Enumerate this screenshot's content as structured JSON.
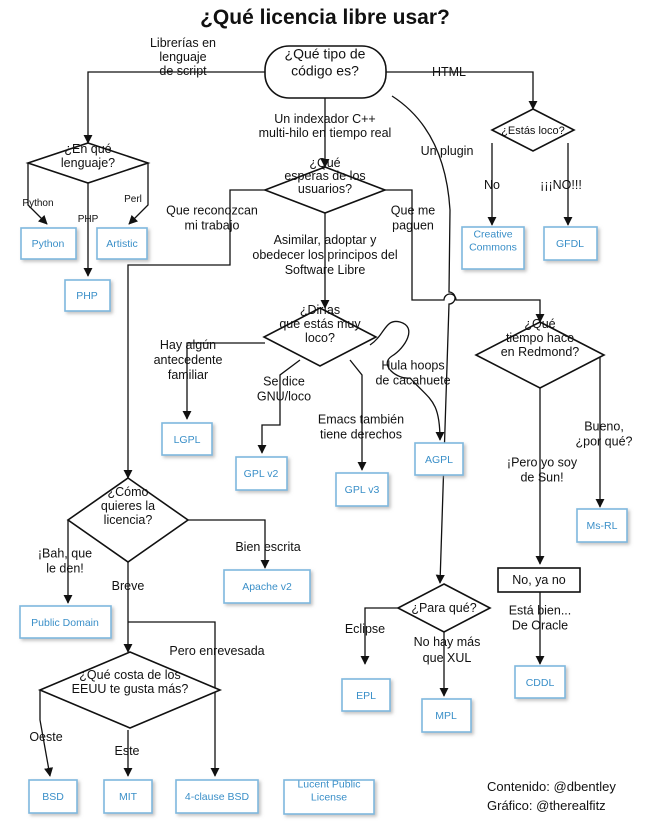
{
  "title": "¿Qué licencia libre usar?",
  "questions": {
    "start": [
      "¿Qué tipo de",
      "código es?"
    ],
    "lenguaje": [
      "¿En qué",
      "lenguaje?"
    ],
    "loco": [
      "¿Estás loco?"
    ],
    "esperas": [
      "¿Qué",
      "esperas de los",
      "usuarios?"
    ],
    "redmond": [
      "¿Qué",
      "tiempo hace",
      "en Redmond?"
    ],
    "dirias": [
      "¿Dirías",
      "que estás muy",
      "loco?"
    ],
    "como": [
      "¿Cómo",
      "quieres la",
      "licencia?"
    ],
    "para": [
      "¿Para qué?"
    ],
    "costa": [
      "¿Qué costa de los",
      "EEUU te gusta más?"
    ],
    "oracle": [
      "No, ya no"
    ]
  },
  "labels": {
    "librerias": [
      "Librerías en",
      "lenguaje",
      "de script"
    ],
    "html": [
      "HTML"
    ],
    "indexador": [
      "Un indexador C++",
      "multi-hilo en tiempo real"
    ],
    "plugin": [
      "Un plugin"
    ],
    "python": [
      "Python"
    ],
    "php": [
      "PHP"
    ],
    "perl": [
      "Perl"
    ],
    "no": [
      "No"
    ],
    "sino": [
      "¡¡¡NO!!!"
    ],
    "reconozcan": [
      "Que reconozcan",
      "mi trabajo"
    ],
    "paguen": [
      "Que me",
      "paguen"
    ],
    "asimilar": [
      "Asimilar, adoptar y",
      "obedecer los principos del",
      "Software Libre"
    ],
    "antecedente": [
      "Hay algún",
      "antecedente",
      "familiar"
    ],
    "gnu": [
      "Se dice",
      "GNU/loco"
    ],
    "hula": [
      "Hula hoops",
      "de cacahuete"
    ],
    "emacs": [
      "Emacs también",
      "tiene derechos"
    ],
    "bueno": [
      "Bueno,",
      "¿por qué?"
    ],
    "sun": [
      "¡Pero yo soy",
      "de Sun!"
    ],
    "bah": [
      "¡Bah, que",
      "le den!"
    ],
    "breve": [
      "Breve"
    ],
    "bien": [
      "Bien escrita"
    ],
    "enrevesada": [
      "Pero enrevesada"
    ],
    "eclipse": [
      "Eclipse"
    ],
    "nohay": [
      "No hay más",
      "que XUL"
    ],
    "oraclebien": [
      "Está bien...",
      "De Oracle"
    ],
    "oeste": [
      "Oeste"
    ],
    "este": [
      "Este"
    ]
  },
  "licenses": {
    "python": [
      "Python"
    ],
    "artistic": [
      "Artistic"
    ],
    "php": [
      "PHP"
    ],
    "creative": [
      "Creative",
      "Commons"
    ],
    "gfdl": [
      "GFDL"
    ],
    "lgpl": [
      "LGPL"
    ],
    "gpl2": [
      "GPL v2"
    ],
    "gpl3": [
      "GPL v3"
    ],
    "agpl": [
      "AGPL"
    ],
    "msrl": [
      "Ms-RL"
    ],
    "publicdomain": [
      "Public Domain"
    ],
    "apache": [
      "Apache v2"
    ],
    "epl": [
      "EPL"
    ],
    "mpl": [
      "MPL"
    ],
    "cddl": [
      "CDDL"
    ],
    "bsd": [
      "BSD"
    ],
    "mit": [
      "MIT"
    ],
    "bsd4": [
      "4-clause BSD"
    ],
    "lucent": [
      "Lucent Public",
      "License"
    ]
  },
  "credits": {
    "contenido": "Contenido: @dbentley",
    "grafico": "Gráfico: @therealfitz"
  },
  "colors": {
    "license_border": "#7fb8de",
    "license_text": "#3a8fc8",
    "line": "#111111"
  }
}
